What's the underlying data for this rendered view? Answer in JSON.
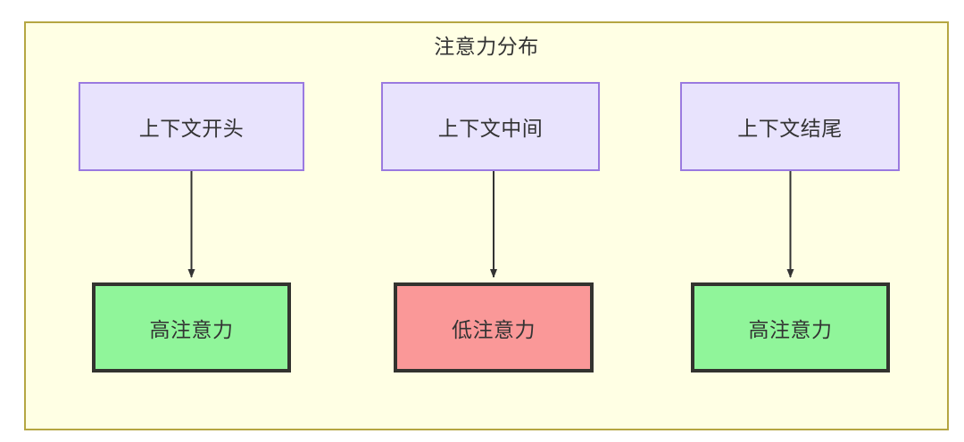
{
  "diagram": {
    "title": "注意力分布",
    "background_color": "#ffffe4",
    "border_color": "#b5a642",
    "text_color": "#333333",
    "nodes": {
      "context_start": {
        "label": "上下文开头",
        "fill": "#e8e3fd",
        "stroke": "#9a7ae0"
      },
      "context_middle": {
        "label": "上下文中间",
        "fill": "#e8e3fd",
        "stroke": "#9a7ae0"
      },
      "context_end": {
        "label": "上下文结尾",
        "fill": "#e8e3fd",
        "stroke": "#9a7ae0"
      },
      "attention_start": {
        "label": "高注意力",
        "fill": "#90f59a",
        "stroke": "#33332f"
      },
      "attention_middle": {
        "label": "低注意力",
        "fill": "#fa9898",
        "stroke": "#33332f"
      },
      "attention_end": {
        "label": "高注意力",
        "fill": "#90f59a",
        "stroke": "#33332f"
      }
    },
    "edges": [
      {
        "from": "context_start",
        "to": "attention_start",
        "label": ""
      },
      {
        "from": "context_middle",
        "to": "attention_middle",
        "label": ""
      },
      {
        "from": "context_end",
        "to": "attention_end",
        "label": ""
      }
    ]
  }
}
